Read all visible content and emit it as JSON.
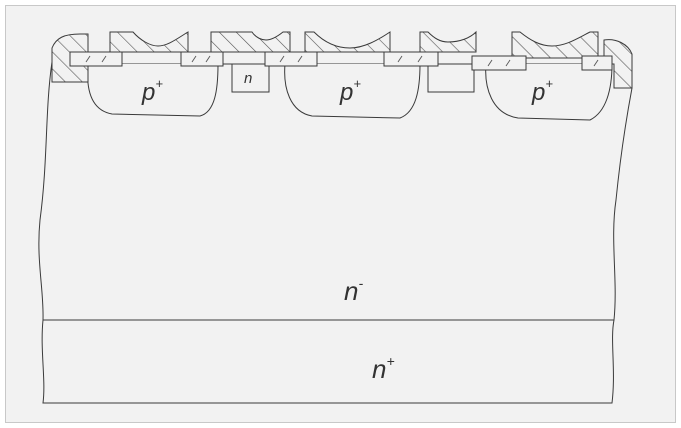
{
  "regions": {
    "p_plus_1": {
      "base": "p",
      "sup": "+"
    },
    "p_plus_2": {
      "base": "p",
      "sup": "+"
    },
    "p_plus_3": {
      "base": "p",
      "sup": "+"
    },
    "n_small": {
      "text": "n"
    },
    "n_minus": {
      "base": "n",
      "sup": "-"
    },
    "n_plus": {
      "base": "n",
      "sup": "+"
    }
  },
  "colors": {
    "line": "#3a3a3a",
    "fill": "#f2f2f2",
    "frame": "#c8c8c8"
  }
}
